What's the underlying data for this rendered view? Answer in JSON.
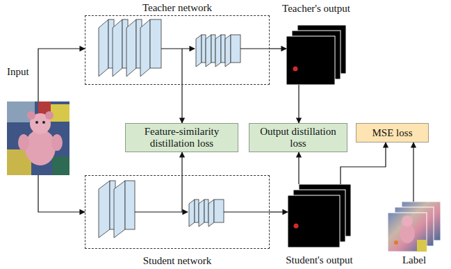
{
  "diagram": {
    "nodes": [
      {
        "text": [
          "Teacher network"
        ]
      },
      {
        "text": [
          "Teacher's output"
        ]
      },
      {
        "text": [
          "Input"
        ]
      },
      {
        "text": [
          "Feature-similarity distillation loss"
        ]
      },
      {
        "text": [
          "Output distillation loss"
        ]
      },
      {
        "text": [
          "MSE loss"
        ]
      },
      {
        "text": [
          "Student network"
        ]
      },
      {
        "text": [
          "Student's output"
        ]
      },
      {
        "text": [
          "Label"
        ]
      }
    ],
    "edges": [
      {
        "from": 2,
        "to": 0,
        "arrow": "to"
      },
      {
        "from": 2,
        "to": 6,
        "arrow": "to"
      },
      {
        "from": 0,
        "to": 1,
        "arrow": "to"
      },
      {
        "from": 6,
        "to": 7,
        "arrow": "to"
      },
      {
        "from": 0,
        "to": 3,
        "arrow": "to"
      },
      {
        "from": 6,
        "to": 3,
        "arrow": "to"
      },
      {
        "from": 1,
        "to": 4,
        "arrow": "to"
      },
      {
        "from": 7,
        "to": 4,
        "arrow": "to"
      },
      {
        "from": 7,
        "to": 5,
        "arrow": "to"
      },
      {
        "from": 8,
        "to": 5,
        "arrow": "to"
      }
    ]
  }
}
